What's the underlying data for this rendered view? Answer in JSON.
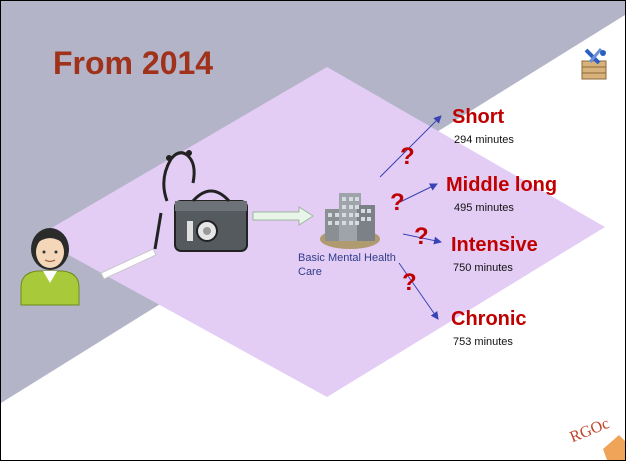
{
  "slide": {
    "title": "From 2014",
    "care_label": "Basic Mental Health Care",
    "question_mark": "?",
    "logo_text": "RGOc"
  },
  "outcomes": [
    {
      "name": "Short",
      "minutes": "294 minutes"
    },
    {
      "name": "Middle long",
      "minutes": "495 minutes"
    },
    {
      "name": "Intensive",
      "minutes": "750 minutes"
    },
    {
      "name": "Chronic",
      "minutes": "753 minutes"
    }
  ],
  "colors": {
    "title": "#a0311a",
    "outcome": "#c00000",
    "diamond": "#e3cdf5",
    "grey_band": "#b4b4c8",
    "arrow": "#3a43b5"
  },
  "icons": [
    "person-icon",
    "doctor-bag-icon",
    "building-icon",
    "tools-icon",
    "logo-icon"
  ]
}
